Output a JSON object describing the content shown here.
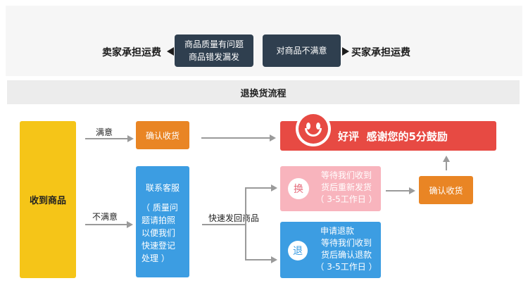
{
  "top": {
    "left_label": "卖家承担运费",
    "left_box": [
      "商品质量有问题",
      "商品错发漏发"
    ],
    "right_box": "对商品不满意",
    "right_label": "买家承担运费"
  },
  "flow_title": "退换货流程",
  "received": "收到商品",
  "satisfied": "满意",
  "unsatisfied": "不满意",
  "confirm_receipt": "确认收货",
  "contact_service": {
    "title": "联系客服",
    "lines": [
      "（ 质量问",
      "题请拍照",
      "以便我们",
      "快速登记",
      "处理 ）"
    ]
  },
  "send_back": "快速发回商品",
  "good_review": {
    "text": "好评  感谢您的5分鼓励"
  },
  "exchange": {
    "char": "换",
    "lines": [
      "等待我们收到",
      "货后重新发货",
      "（ 3-5工作日 ）"
    ]
  },
  "confirm_receipt_2": "确认收货",
  "refund": {
    "char": "退",
    "lines": [
      "申请退款",
      "等待我们收到",
      "货后确认退款",
      "（ 3-5工作日 ）"
    ]
  },
  "colors": {
    "dark": "#2f3f4f",
    "yellow": "#f5c518",
    "orange": "#e98524",
    "blue": "#3c9de2",
    "red": "#e74a43",
    "pink": "#f8b4bd"
  }
}
